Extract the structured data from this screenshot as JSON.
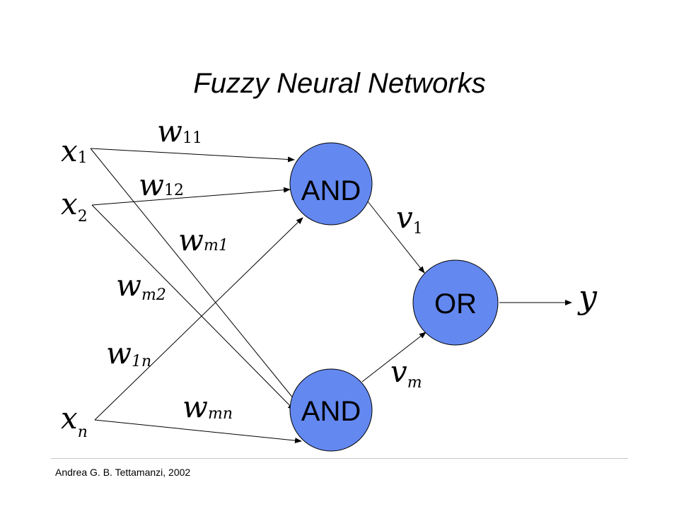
{
  "slide": {
    "title": "Fuzzy Neural Networks",
    "footer": "Andrea G. B. Tettamanzi, 2002"
  },
  "colors": {
    "node_fill": "#6388f0",
    "edge": "#000000"
  },
  "nodes": {
    "and_top": "AND",
    "and_bottom": "AND",
    "or": "OR"
  },
  "inputs": {
    "x1": {
      "base": "x",
      "sub": "1"
    },
    "x2": {
      "base": "x",
      "sub": "2"
    },
    "xn": {
      "base": "x",
      "sub": "n"
    }
  },
  "weights": {
    "w11": {
      "base": "w",
      "sub": "11"
    },
    "w12": {
      "base": "w",
      "sub": "12"
    },
    "wm1": {
      "base": "w",
      "sub": "m1"
    },
    "wm2": {
      "base": "w",
      "sub": "m2"
    },
    "w1n": {
      "base": "w",
      "sub": "1n"
    },
    "wmn": {
      "base": "w",
      "sub": "mn"
    }
  },
  "intermediate": {
    "v1": {
      "base": "v",
      "sub": "1"
    },
    "vm": {
      "base": "v",
      "sub": "m"
    }
  },
  "output": {
    "base": "y"
  }
}
